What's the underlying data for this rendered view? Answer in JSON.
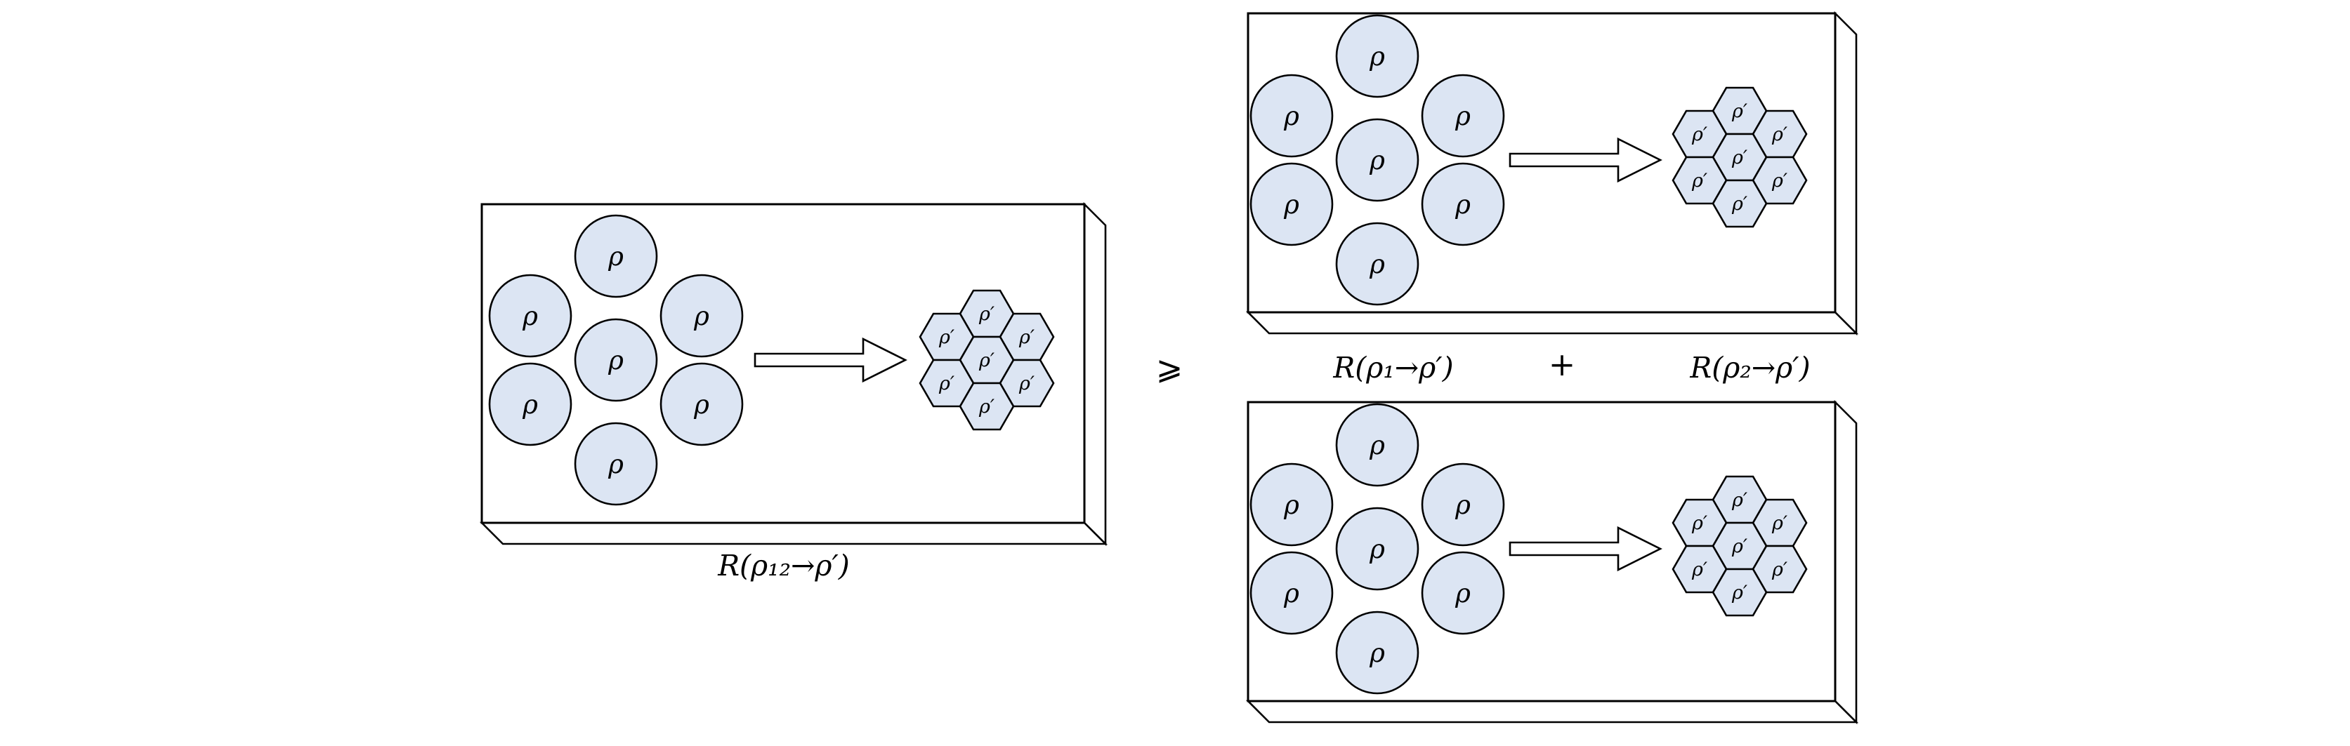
{
  "figure": {
    "particle_label": "ρ",
    "cell_label": "ρ′",
    "relation_symbol": "⩾",
    "plus_symbol": "+",
    "captions": {
      "joint": "R(ρ₁₂→ρ′)",
      "first": "R(ρ₁→ρ′)",
      "second": "R(ρ₂→ρ′)"
    },
    "colors": {
      "shape_fill": "#dce5f3",
      "stroke": "#000000",
      "background": "#ffffff"
    }
  }
}
